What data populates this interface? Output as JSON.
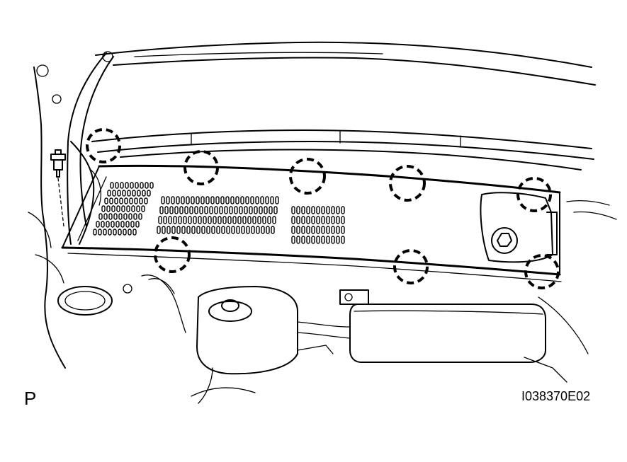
{
  "figure": {
    "view_label": "P",
    "figure_id": "I038370E02"
  },
  "clip_markers": [
    {
      "name": "clip-marker-1"
    },
    {
      "name": "clip-marker-2"
    },
    {
      "name": "clip-marker-3"
    },
    {
      "name": "clip-marker-4"
    },
    {
      "name": "clip-marker-5"
    },
    {
      "name": "clip-marker-6"
    },
    {
      "name": "clip-marker-7"
    },
    {
      "name": "clip-marker-8"
    }
  ]
}
